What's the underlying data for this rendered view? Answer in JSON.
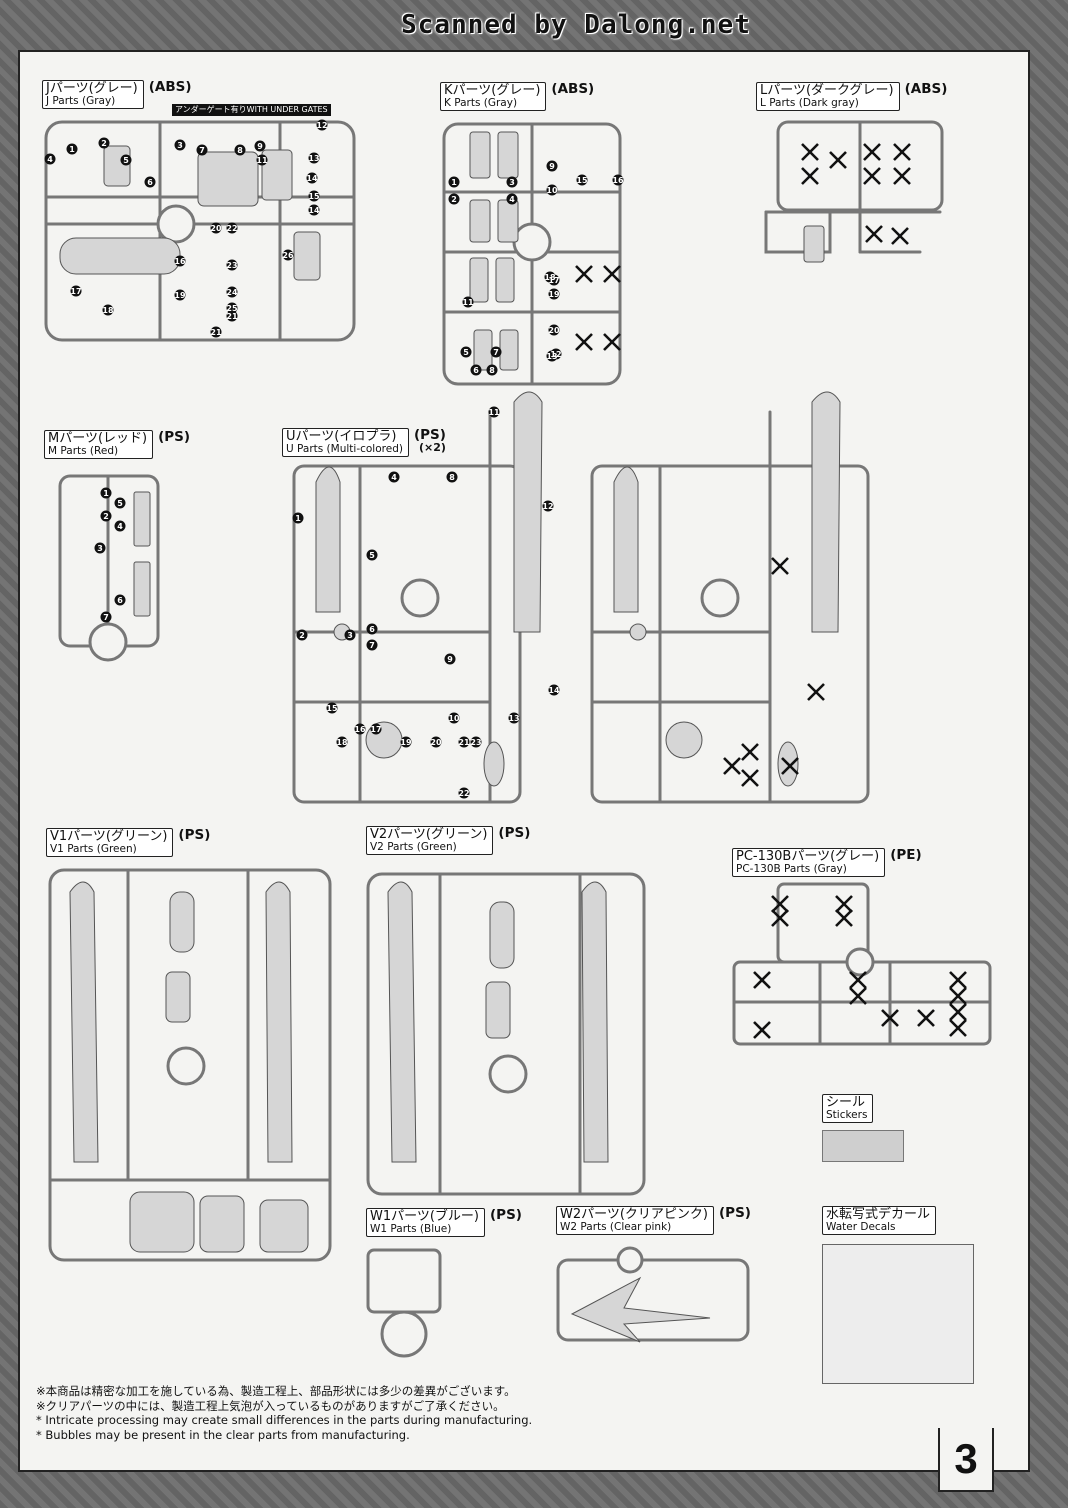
{
  "scanner": {
    "banner": "Scanned by Dalong.net"
  },
  "page": {
    "number": "3"
  },
  "sections": {
    "J": {
      "jp": "Jパーツ(グレー)",
      "en": "J Parts (Gray)",
      "material": "(ABS)",
      "tag": "アンダーゲート有りWITH UNDER GATES"
    },
    "K": {
      "jp": "Kパーツ(グレー)",
      "en": "K Parts (Gray)",
      "material": "(ABS)"
    },
    "L": {
      "jp": "Lパーツ(ダークグレー)",
      "en": "L Parts (Dark gray)",
      "material": "(ABS)"
    },
    "M": {
      "jp": "Mパーツ(レッド)",
      "en": "M Parts (Red)",
      "material": "(PS)"
    },
    "U": {
      "jp": "Uパーツ(イロプラ)",
      "en": "U Parts (Multi-colored)",
      "material": "(PS)",
      "qty": "(×2)"
    },
    "V1": {
      "jp": "V1パーツ(グリーン)",
      "en": "V1 Parts (Green)",
      "material": "(PS)"
    },
    "V2": {
      "jp": "V2パーツ(グリーン)",
      "en": "V2 Parts (Green)",
      "material": "(PS)"
    },
    "PC": {
      "jp": "PC-130Bパーツ(グレー)",
      "en": "PC-130B Parts (Gray)",
      "material": "(PE)"
    },
    "W1": {
      "jp": "W1パーツ(ブルー)",
      "en": "W1 Parts (Blue)",
      "material": "(PS)"
    },
    "W2": {
      "jp": "W2パーツ(クリアピンク)",
      "en": "W2 Parts (Clear pink)",
      "material": "(PS)"
    },
    "stickers": {
      "jp": "シール",
      "en": "Stickers"
    },
    "decals": {
      "jp": "水転写式デカール",
      "en": "Water Decals"
    }
  },
  "notes": [
    "※本商品は精密な加工を施している為、製造工程上、部品形状には多少の差異がございます。",
    "※クリアパーツの中には、製造工程上気泡が入っているものがありますがご了承ください。",
    "* Intricate processing may create small differences in the parts during manufacturing.",
    "* Bubbles may be present in the clear parts from manufacturing."
  ]
}
